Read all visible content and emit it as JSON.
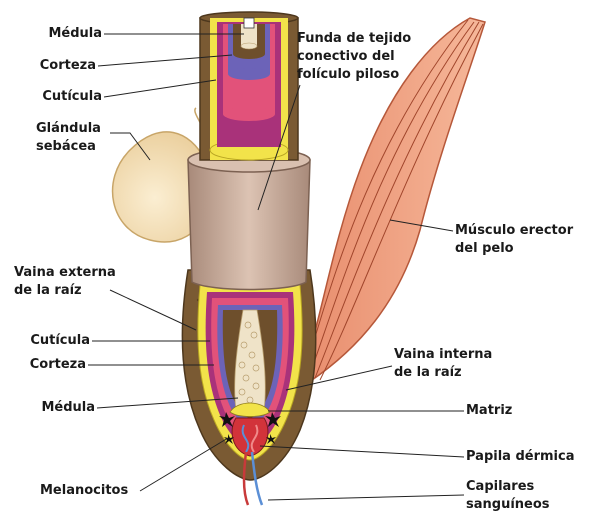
{
  "labels": {
    "medula_top": "Médula",
    "corteza_top": "Corteza",
    "cuticula_top": "Cutícula",
    "glandula_line1": "Glándula",
    "glandula_line2": "sebácea",
    "funda_line1": "Funda de tejido",
    "funda_line2": "conectivo del",
    "funda_line3": "folículo piloso",
    "musculo_line1": "Músculo erector",
    "musculo_line2": "del pelo",
    "vaina_ext_line1": "Vaina externa",
    "vaina_ext_line2": "de la raíz",
    "cuticula_low": "Cutícula",
    "corteza_low": "Corteza",
    "vaina_int_line1": "Vaina interna",
    "vaina_int_line2": "de la raíz",
    "medula_low": "Médula",
    "matriz": "Matriz",
    "papila": "Papila dérmica",
    "melanocitos": "Melanocitos",
    "capilares_line1": "Capilares",
    "capilares_line2": "sanguíneos"
  },
  "colors": {
    "medula": "#efe3c8",
    "corteza": "#a9327a",
    "corteza_inner": "#e2527a",
    "cuticula": "#f2e34a",
    "vaina_externa": "#7a5a33",
    "funda": "#c9aa98",
    "glandula": "#f3dcb2",
    "musculo": "#eea07e",
    "papila": "#d2333a",
    "capilar_azul": "#5b8fd6",
    "capilar_rojo": "#c83a3a"
  }
}
